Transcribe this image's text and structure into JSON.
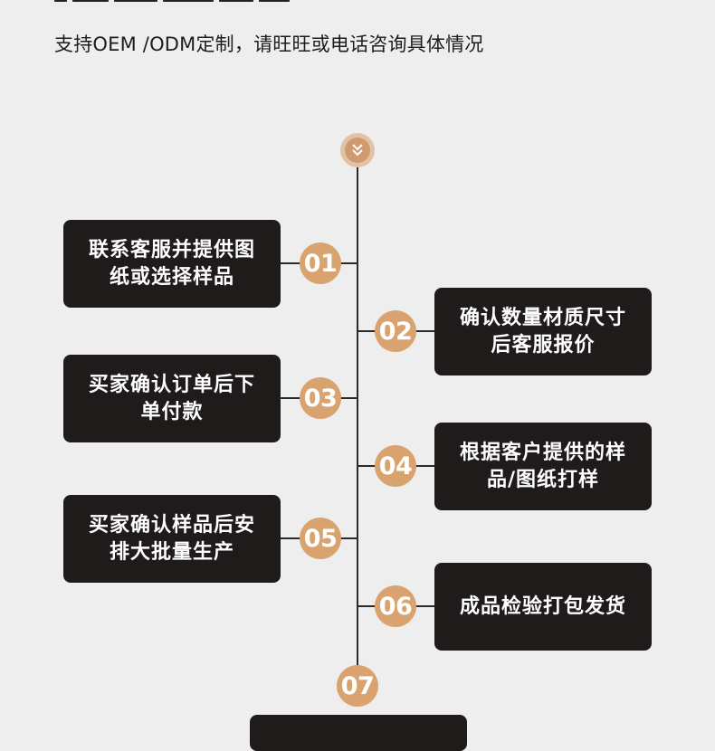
{
  "subtitle": "支持OEM /ODM定制，请旺旺或电话咨询具体情况",
  "steps": [
    {
      "number": "01",
      "text": "联系客服并提供图纸或选择样品"
    },
    {
      "number": "02",
      "text": "确认数量材质尺寸后客服报价"
    },
    {
      "number": "03",
      "text": "买家确认订单后下单付款"
    },
    {
      "number": "04",
      "text": "根据客户提供的样品/图纸打样"
    },
    {
      "number": "05",
      "text": "买家确认样品后安排大批量生产"
    },
    {
      "number": "06",
      "text": "成品检验打包发货"
    },
    {
      "number": "07",
      "text": ""
    }
  ],
  "colors": {
    "background": "#eeeeee",
    "box": "#1f1b1a",
    "accent": "#d9a370",
    "line": "#2a2a2a"
  },
  "icons": {
    "top_marker": "chevron-down-double-icon"
  }
}
